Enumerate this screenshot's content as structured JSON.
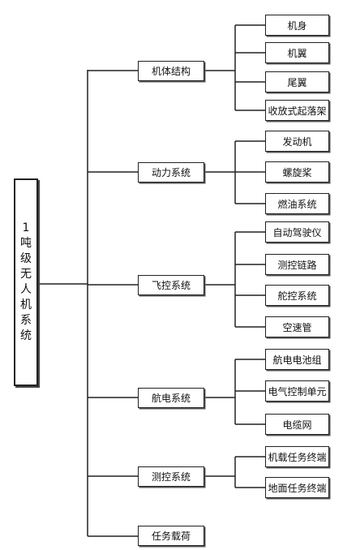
{
  "root": {
    "label": "1吨级无人机系统"
  },
  "subsystems": [
    {
      "label": "机体结构",
      "children": [
        "机身",
        "机翼",
        "尾翼",
        "收放式起落架"
      ]
    },
    {
      "label": "动力系统",
      "children": [
        "发动机",
        "螺旋桨",
        "燃油系统"
      ]
    },
    {
      "label": "飞控系统",
      "children": [
        "自动驾驶仪",
        "测控链路",
        "舵控系统",
        "空速管"
      ]
    },
    {
      "label": "航电系统",
      "children": [
        "航电电池组",
        "电气控制单元",
        "电缆网"
      ]
    },
    {
      "label": "测控系统",
      "children": [
        "机载任务终端",
        "地面任务终端"
      ]
    },
    {
      "label": "任务载荷",
      "children": []
    }
  ]
}
